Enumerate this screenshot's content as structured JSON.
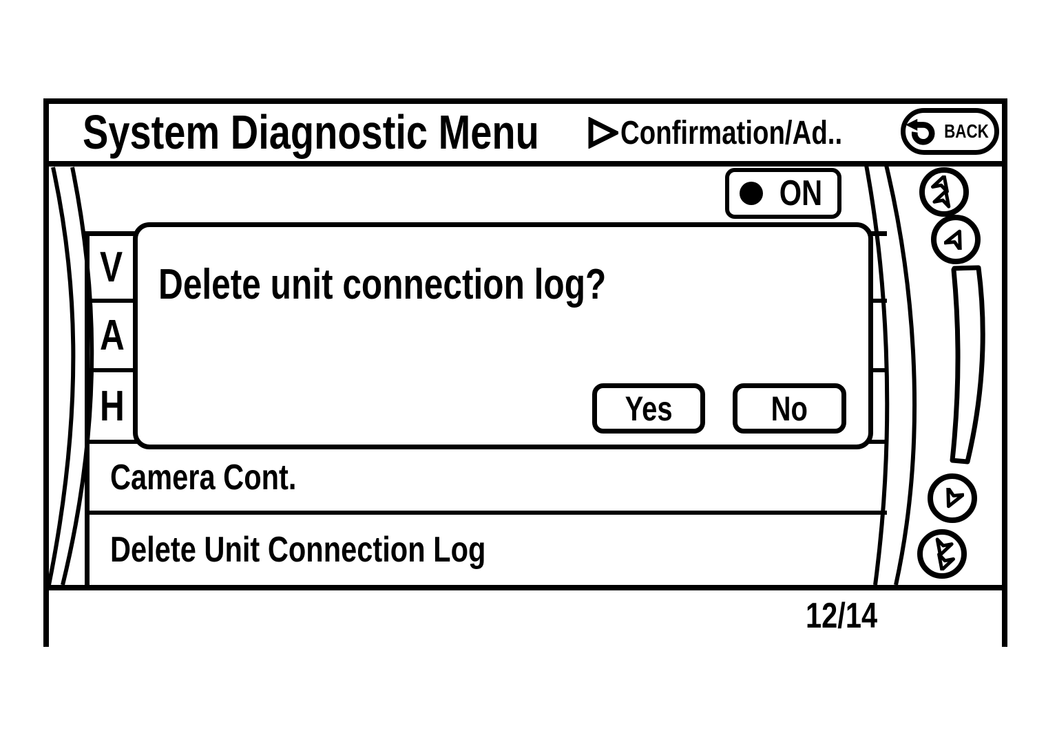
{
  "window": {
    "title": "System Diagnostic Menu",
    "submenu": "Confirmation/Ad..",
    "back_label": "BACK"
  },
  "status": {
    "on_label": "ON"
  },
  "dialog": {
    "message": "Delete unit connection log?",
    "yes_label": "Yes",
    "no_label": "No"
  },
  "list": {
    "partial_items": [
      "V",
      "A",
      "H"
    ],
    "items": [
      "Camera Cont.",
      "Delete Unit Connection Log"
    ]
  },
  "pagination": {
    "page_indicator": "12/14"
  },
  "colors": {
    "foreground": "#000000",
    "background": "#ffffff"
  },
  "icons": {
    "back_button": "return-arrow",
    "breadcrumb": "right-triangle-outline",
    "on_indicator": "filled-circle",
    "scroll_buttons": [
      "double-up-dart",
      "up-dart",
      "down-dart",
      "double-down-dart"
    ],
    "scrollbar": "curved-track"
  }
}
